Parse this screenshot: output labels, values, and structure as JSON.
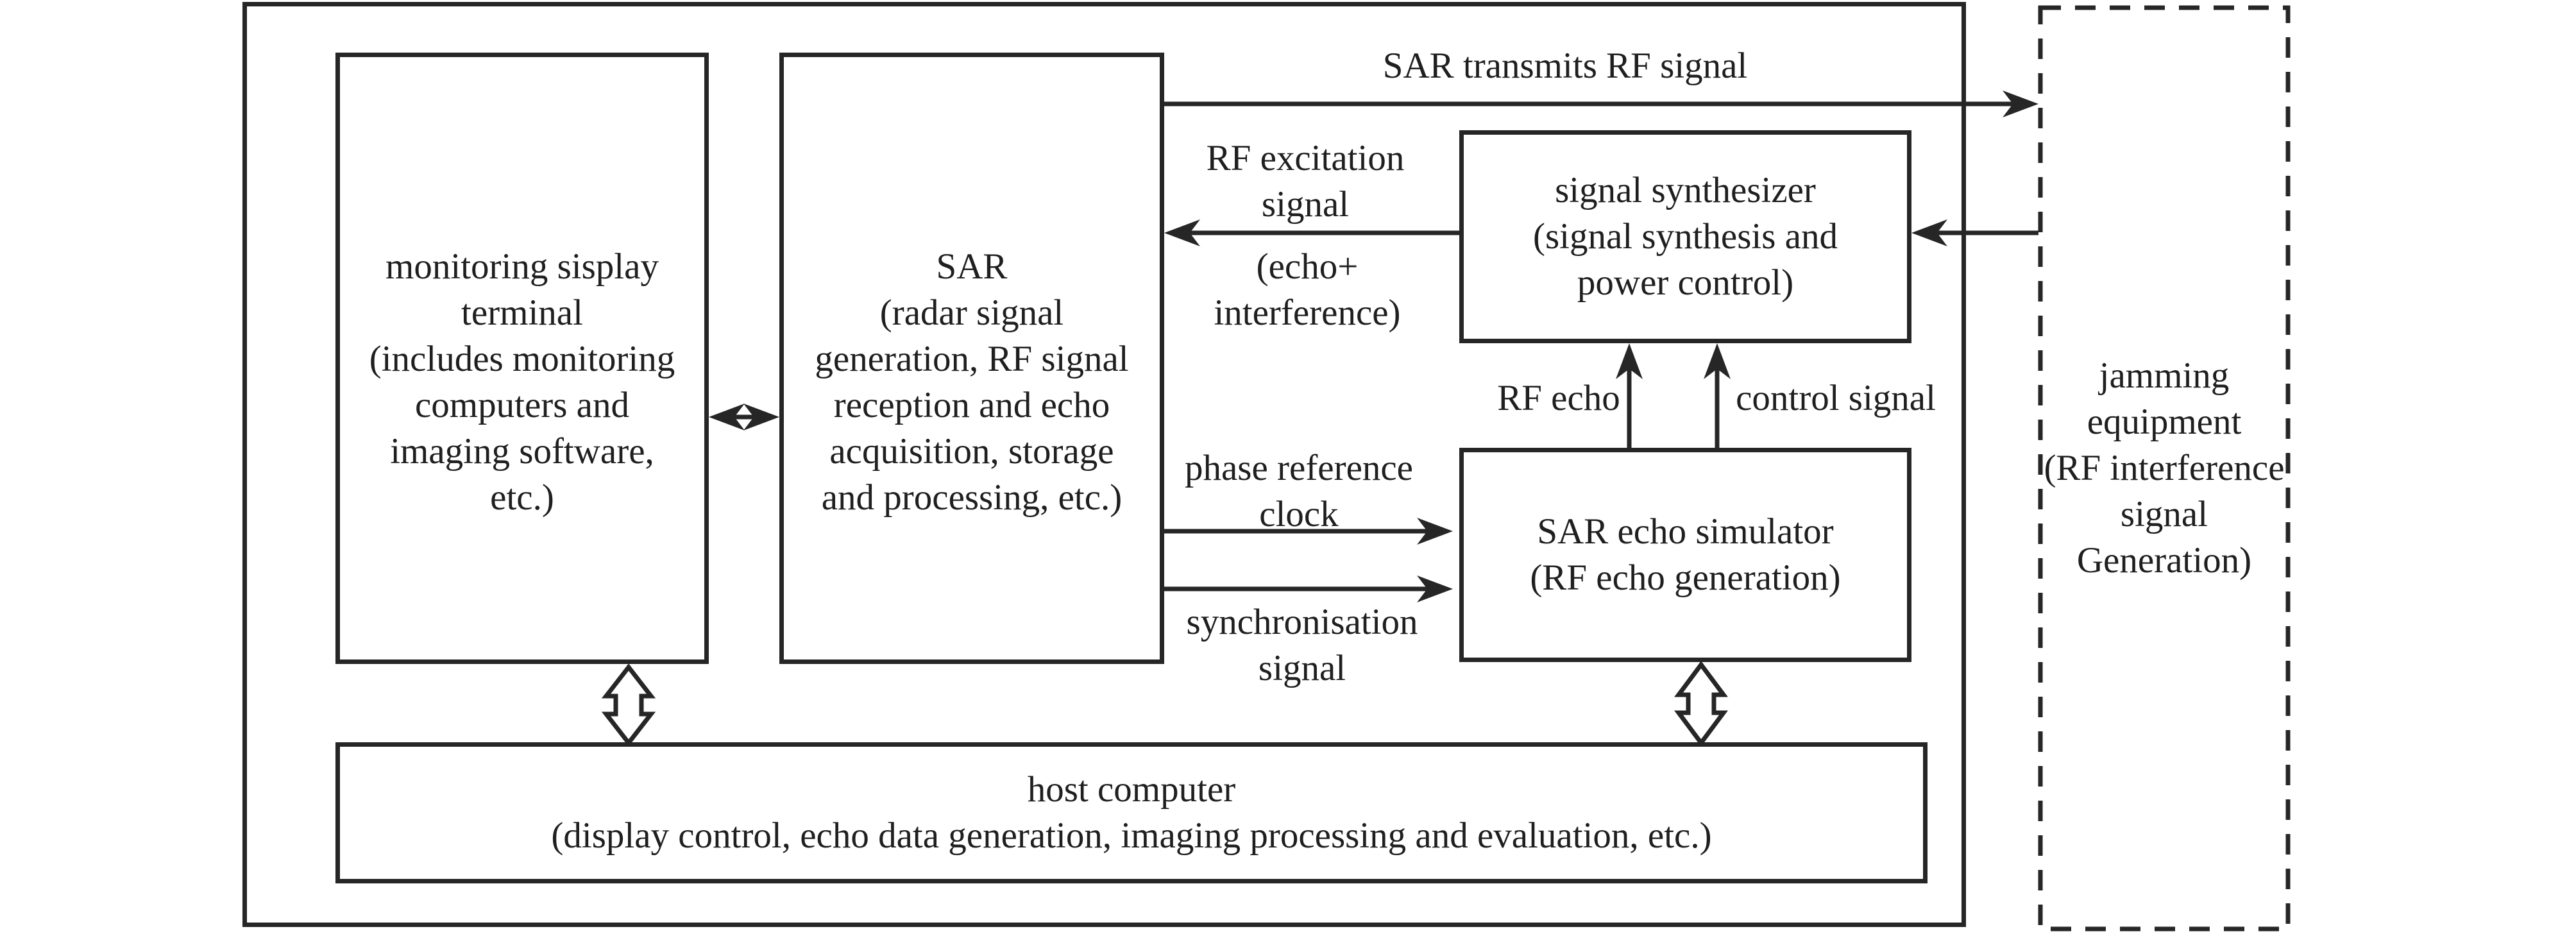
{
  "boxes": {
    "monitoring_terminal": {
      "lines": [
        "monitoring sisplay",
        "terminal",
        "(includes monitoring",
        "computers and",
        "imaging software,",
        "etc.)"
      ]
    },
    "sar": {
      "lines": [
        "SAR",
        "(radar signal",
        "generation, RF signal",
        "reception and echo",
        "acquisition, storage",
        "and processing, etc.)"
      ]
    },
    "signal_synthesizer": {
      "lines": [
        "signal synthesizer",
        "(signal synthesis and",
        "power control)"
      ]
    },
    "sar_echo_simulator": {
      "lines": [
        "SAR echo simulator",
        "(RF echo generation)"
      ]
    },
    "host_computer": {
      "lines": [
        "host computer",
        "(display control, echo data generation, imaging processing and evaluation, etc.)"
      ]
    },
    "jamming_equipment": {
      "lines": [
        "jamming",
        "equipment",
        "(RF interference",
        "signal",
        "Generation)"
      ]
    }
  },
  "labels": {
    "sar_transmits": "SAR transmits RF signal",
    "rf_excitation": {
      "lines": [
        "RF excitation",
        "signal"
      ]
    },
    "echo_interference": {
      "lines": [
        "(echo+",
        "interference)"
      ]
    },
    "rf_echo": "RF echo",
    "control_signal": "control signal",
    "phase_reference": {
      "lines": [
        "phase reference",
        "clock"
      ]
    },
    "synchronisation": {
      "lines": [
        "synchronisation",
        "signal"
      ]
    }
  },
  "connections": [
    {
      "from": "sar",
      "to": "jamming_equipment",
      "label": "SAR transmits RF signal",
      "style": "solid-arrow"
    },
    {
      "from": "signal_synthesizer",
      "to": "sar",
      "label": "RF excitation signal (echo+ interference)",
      "style": "solid-arrow"
    },
    {
      "from": "jamming_equipment",
      "to": "signal_synthesizer",
      "label": "",
      "style": "solid-arrow"
    },
    {
      "from": "sar_echo_simulator",
      "to": "signal_synthesizer",
      "label": "RF echo",
      "style": "solid-arrow"
    },
    {
      "from": "sar_echo_simulator",
      "to": "signal_synthesizer",
      "label": "control signal",
      "style": "solid-arrow"
    },
    {
      "from": "sar",
      "to": "sar_echo_simulator",
      "label": "phase reference clock",
      "style": "solid-arrow"
    },
    {
      "from": "sar",
      "to": "sar_echo_simulator",
      "label": "synchronisation signal",
      "style": "solid-arrow"
    },
    {
      "from": "monitoring_terminal",
      "to": "sar",
      "label": "",
      "style": "filled-double-arrow"
    },
    {
      "from": "monitoring_terminal",
      "to": "host_computer",
      "label": "",
      "style": "hollow-double-arrow"
    },
    {
      "from": "sar_echo_simulator",
      "to": "host_computer",
      "label": "",
      "style": "hollow-double-arrow"
    }
  ],
  "colors": {
    "line": "#262626",
    "background": "#ffffff",
    "text": "#1f1f1f"
  }
}
